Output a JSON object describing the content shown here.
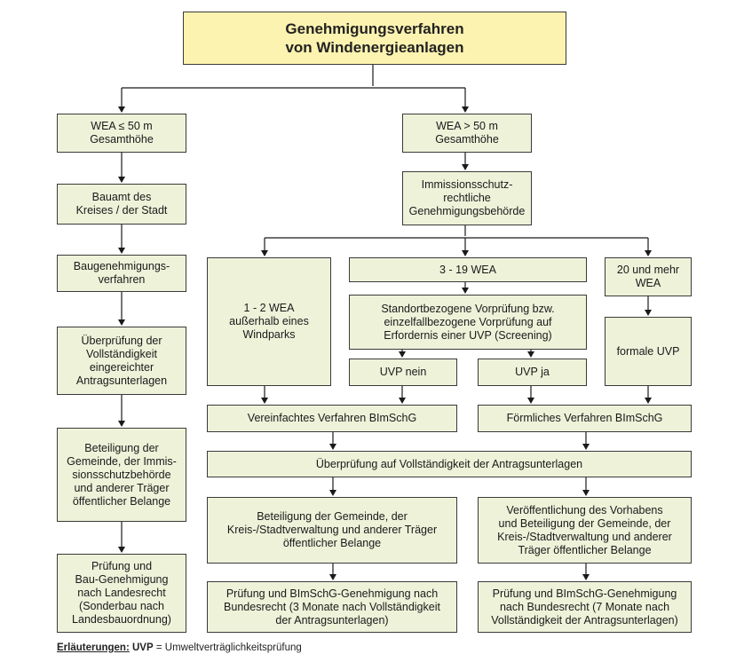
{
  "title": "Genehmigungsverfahren\nvon Windenergieanlagen",
  "left_column": {
    "wea_small": "WEA ≤ 50 m\nGesamthöhe",
    "bauamt": "Bauamt des\nKreises / der Stadt",
    "baugenehmigung": "Baugenehmigungs-\nverfahren",
    "pruefung_vollstaendigkeit": "Überprüfung der\nVollständigkeit\neingereichter\nAntragsunterlagen",
    "beteiligung": "Beteiligung der\nGemeinde, der Immis-\nsionsschutzbehörde\nund anderer Träger\nöffentlicher Belange",
    "pruefung_bau": "Prüfung und\nBau-Genehmigung\nnach Landesrecht\n(Sonderbau nach\nLandesbauordnung)"
  },
  "right_column": {
    "wea_large": "WEA > 50 m\nGesamthöhe",
    "immissionsschutz": "Immissionsschutz-\nrechtliche\nGenehmigungsbehörde",
    "wea_1_2": "1 - 2 WEA\naußerhalb eines\nWindparks",
    "wea_3_19": "3 - 19 WEA",
    "wea_20": "20 und mehr\nWEA",
    "vorpruefung": "Standortbezogene Vorprüfung bzw.\neinzelfallbezogene Vorprüfung auf\nErfordernis einer UVP (Screening)",
    "uvp_nein": "UVP nein",
    "uvp_ja": "UVP ja",
    "formale_uvp": "formale UVP",
    "vereinfachtes": "Vereinfachtes Verfahren BImSchG",
    "foermliches": "Förmliches Verfahren BImSchG",
    "ueberpruefung": "Überprüfung auf Vollständigkeit der Antragsunterlagen",
    "beteiligung_left": "Beteiligung der Gemeinde, der\nKreis-/Stadtverwaltung und anderer Träger\nöffentlicher Belange",
    "veroeffentlichung": "Veröffentlichung des Vorhabens\nund Beteiligung der Gemeinde, der\nKreis-/Stadtverwaltung und anderer\nTräger öffentlicher Belange",
    "genehmigung_3m": "Prüfung und BImSchG-Genehmigung nach\nBundesrecht (3 Monate nach Vollständigkeit\nder Antragsunterlagen)",
    "genehmigung_7m": "Prüfung und BImSchG-Genehmigung\nnach Bundesrecht (7 Monate nach\nVollständigkeit der Antragsunterlagen)"
  },
  "legend": {
    "label": "Erläuterungen:",
    "abbr": "UVP",
    "text": " = Umweltverträglichkeitsprüfung"
  },
  "colors": {
    "title_fill": "#fdf3b0",
    "box_fill": "#eef2d9",
    "line": "#1a1a1a"
  }
}
